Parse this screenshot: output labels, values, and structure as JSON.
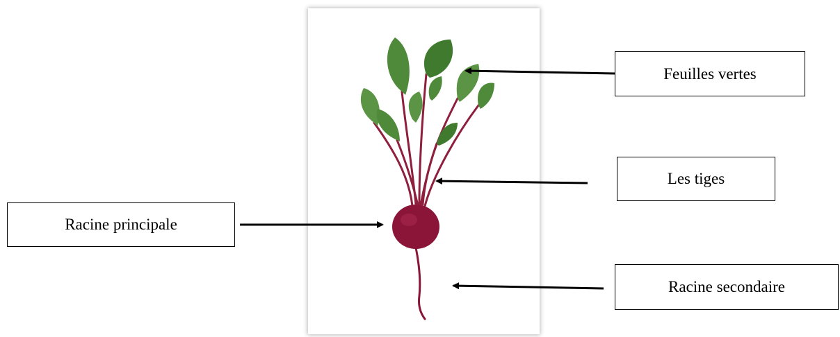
{
  "labels": {
    "leaves": "Feuilles vertes",
    "stems": "Les tiges",
    "main_root": "Racine principale",
    "secondary_root": "Racine secondaire"
  },
  "colors": {
    "leaf": "#4f8a3a",
    "leaf_vein": "#c9d9b0",
    "stem": "#8e1f3d",
    "root": "#8a1538",
    "arrow": "#000000"
  }
}
